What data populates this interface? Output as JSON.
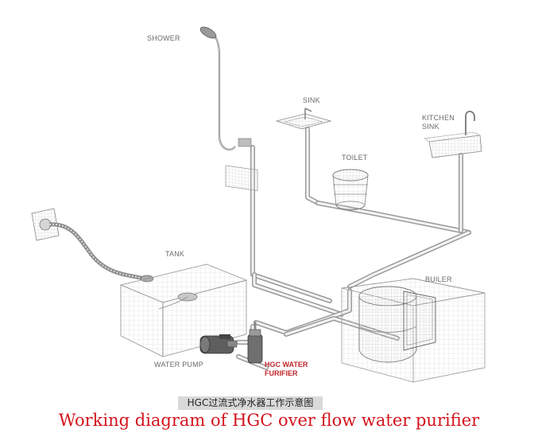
{
  "labels": {
    "shower": "SHOWER",
    "sink": "SINK",
    "kitchen_sink_line1": "KITCHEN",
    "kitchen_sink_line2": "SINK",
    "toilet": "TOILET",
    "tank": "TANK",
    "builer": "BUILER",
    "water_pump": "WATER PUMP",
    "hgc_line1": "HGC WATER",
    "hgc_line2": "FURIFIER"
  },
  "caption": {
    "chinese": "HGC过流式净水器工作示意图",
    "english": "Working diagram of HGC over flow water purifier"
  },
  "colors": {
    "hgc_label": "#c0262c",
    "english_caption": "#d4121c",
    "pipe": "#9a9a9a"
  }
}
